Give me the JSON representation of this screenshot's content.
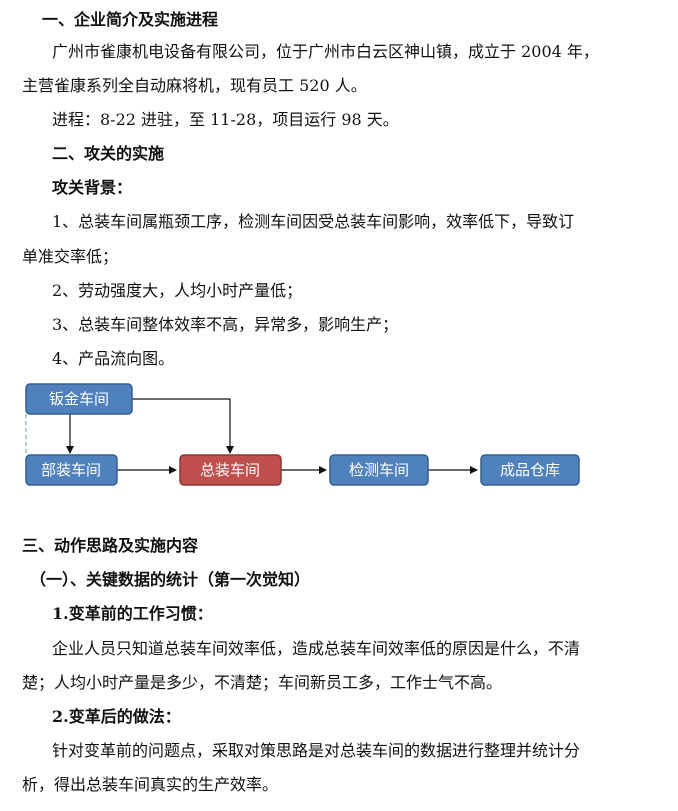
{
  "lines": [
    {
      "text": "一、企业简介及实施进程"
    },
    {
      "text": "广州市雀康机电设备有限公司，位于广州市白云区神山镇，成立于 2004 年，"
    },
    {
      "text": "主营雀康系列全自动麻将机，现有员工 520 人。"
    },
    {
      "text": "进程：8-22 进驻，至 11-28，项目运行 98 天。"
    },
    {
      "text": "二、攻关的实施"
    },
    {
      "text": "攻关背景："
    },
    {
      "text": "1、总装车间属瓶颈工序，检测车间因受总装车间影响，效率低下，导致订"
    },
    {
      "text": "单准交率低；"
    },
    {
      "text": "2、劳动强度大，人均小时产量低；"
    },
    {
      "text": "3、总装车间整体效率不高，异常多，影响生产；"
    },
    {
      "text": "4、产品流向图。"
    },
    {
      "text": "三、动作思路及实施内容"
    },
    {
      "text": "（一）、关键数据的统计（第一次觉知）"
    },
    {
      "text": "1.变革前的工作习惯："
    },
    {
      "text": "企业人员只知道总装车间效率低，造成总装车间效率低的原因是什么，不清"
    },
    {
      "text": "楚；人均小时产量是多少，不清楚；车间新员工多，工作士气不高。"
    },
    {
      "text": "2.变革后的做法："
    },
    {
      "text": "针对变革前的问题点，采取对策思路是对总装车间的数据进行整理并统计分"
    },
    {
      "text": "析，得出总装车间真实的生产效率。"
    }
  ],
  "flowchart": {
    "nodes": [
      {
        "label": "钣金车间",
        "color": "#4f81bd"
      },
      {
        "label": "部装车间",
        "color": "#4f81bd"
      },
      {
        "label": "总装车间",
        "color": "#c0504d"
      },
      {
        "label": "检测车间",
        "color": "#4f81bd"
      },
      {
        "label": "成品仓库",
        "color": "#4f81bd"
      }
    ],
    "stroke_blue": "#385d8a",
    "stroke_red": "#8c3836"
  }
}
